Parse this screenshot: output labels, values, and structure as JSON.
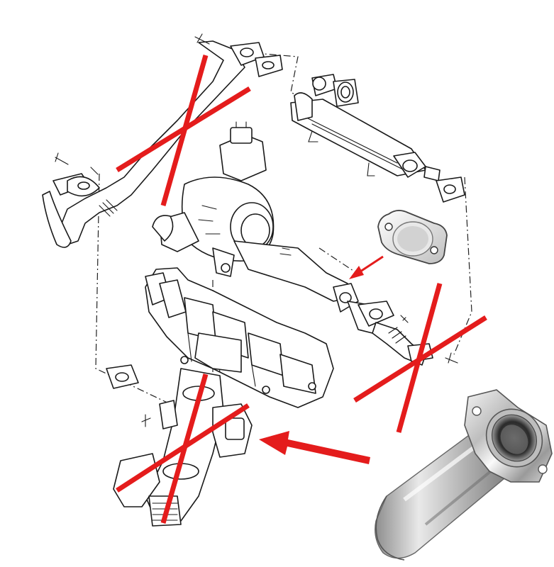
{
  "diagram": {
    "accent_color": "#e41c1c",
    "ink_color": "#1a1a1a",
    "components": [
      {
        "name": "egr-pipe-upper",
        "removed": true
      },
      {
        "name": "turbocharger",
        "removed": false
      },
      {
        "name": "egr-cooler",
        "removed": false
      },
      {
        "name": "intake-manifold",
        "removed": false
      },
      {
        "name": "egr-pipe-lower",
        "removed": true
      },
      {
        "name": "egr-valve",
        "removed": true
      },
      {
        "name": "blanking-plate",
        "removed": false
      },
      {
        "name": "egr-delete-tube",
        "removed": false
      }
    ],
    "callouts": [
      {
        "from": "blanking-plate",
        "to": "egr-pipe-flange"
      },
      {
        "from": "egr-delete-tube",
        "to": "egr-valve"
      }
    ]
  }
}
